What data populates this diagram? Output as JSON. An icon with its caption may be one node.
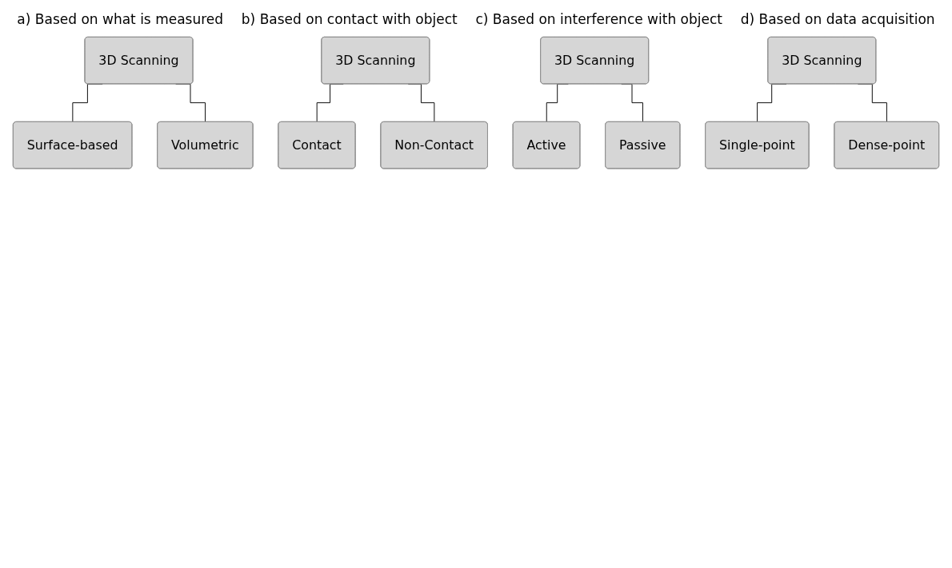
{
  "diagram": {
    "nodes": [
      {
        "text": [
          "3D Scanning"
        ]
      },
      {
        "text": [
          "Surface-based"
        ]
      },
      {
        "text": [
          "Volumetric"
        ]
      },
      {
        "text": [
          "3D Scanning"
        ]
      },
      {
        "text": [
          "Contact"
        ]
      },
      {
        "text": [
          "Non-Contact"
        ]
      },
      {
        "text": [
          "3D Scanning"
        ]
      },
      {
        "text": [
          "Active"
        ]
      },
      {
        "text": [
          "Passive"
        ]
      },
      {
        "text": [
          "3D Scanning"
        ]
      },
      {
        "text": [
          "Single-point"
        ]
      },
      {
        "text": [
          "Dense-point"
        ]
      }
    ],
    "edges": [
      {
        "from": 0,
        "to": 1,
        "arrow": "none"
      },
      {
        "from": 0,
        "to": 2,
        "arrow": "none"
      },
      {
        "from": 3,
        "to": 4,
        "arrow": "none"
      },
      {
        "from": 3,
        "to": 5,
        "arrow": "none"
      },
      {
        "from": 6,
        "to": 7,
        "arrow": "none"
      },
      {
        "from": 6,
        "to": 8,
        "arrow": "none"
      },
      {
        "from": 9,
        "to": 10,
        "arrow": "none"
      },
      {
        "from": 9,
        "to": 11,
        "arrow": "none"
      }
    ],
    "labels": [
      "a) Based on what is measured",
      "b) Based on contact with object",
      "c) Based on interference with object",
      "d) Based on data acquisition"
    ]
  }
}
